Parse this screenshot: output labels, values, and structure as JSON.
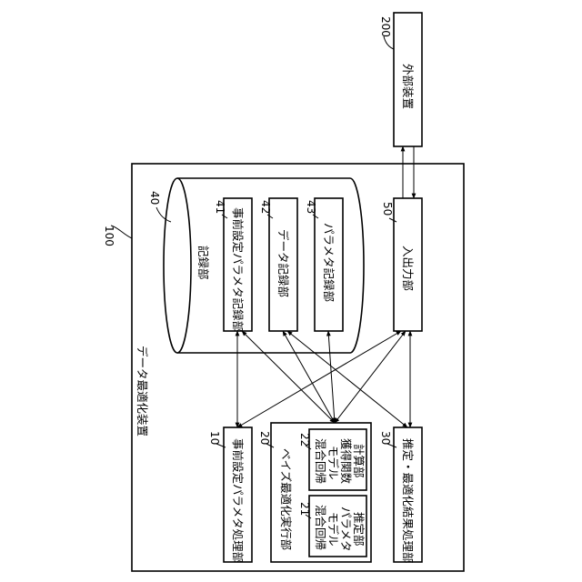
{
  "device": {
    "number": "100",
    "title": "データ最適化装置"
  },
  "external": {
    "number": "200",
    "label": "外部装置"
  },
  "storage": {
    "number": "40",
    "label": "記録部",
    "units": [
      {
        "number": "41",
        "label": "事前設定パラメタ記録部"
      },
      {
        "number": "42",
        "label": "データ記録部"
      },
      {
        "number": "43",
        "label": "パラメタ記録部"
      }
    ]
  },
  "io": {
    "number": "50",
    "label": "入出力部"
  },
  "presetter": {
    "number": "10",
    "label": "事前設定パラメタ処理部"
  },
  "optimizer": {
    "number": "20",
    "label": "ベイズ最適化実行部",
    "sub_left": {
      "number": "21",
      "lines": [
        "混合回帰",
        "モデル",
        "パラメタ",
        "推定部"
      ]
    },
    "sub_right": {
      "number": "22",
      "lines": [
        "混合回帰",
        "モデル",
        "獲得関数",
        "計算部"
      ]
    }
  },
  "result": {
    "number": "30",
    "label": "推定・最適化結果処理部"
  }
}
